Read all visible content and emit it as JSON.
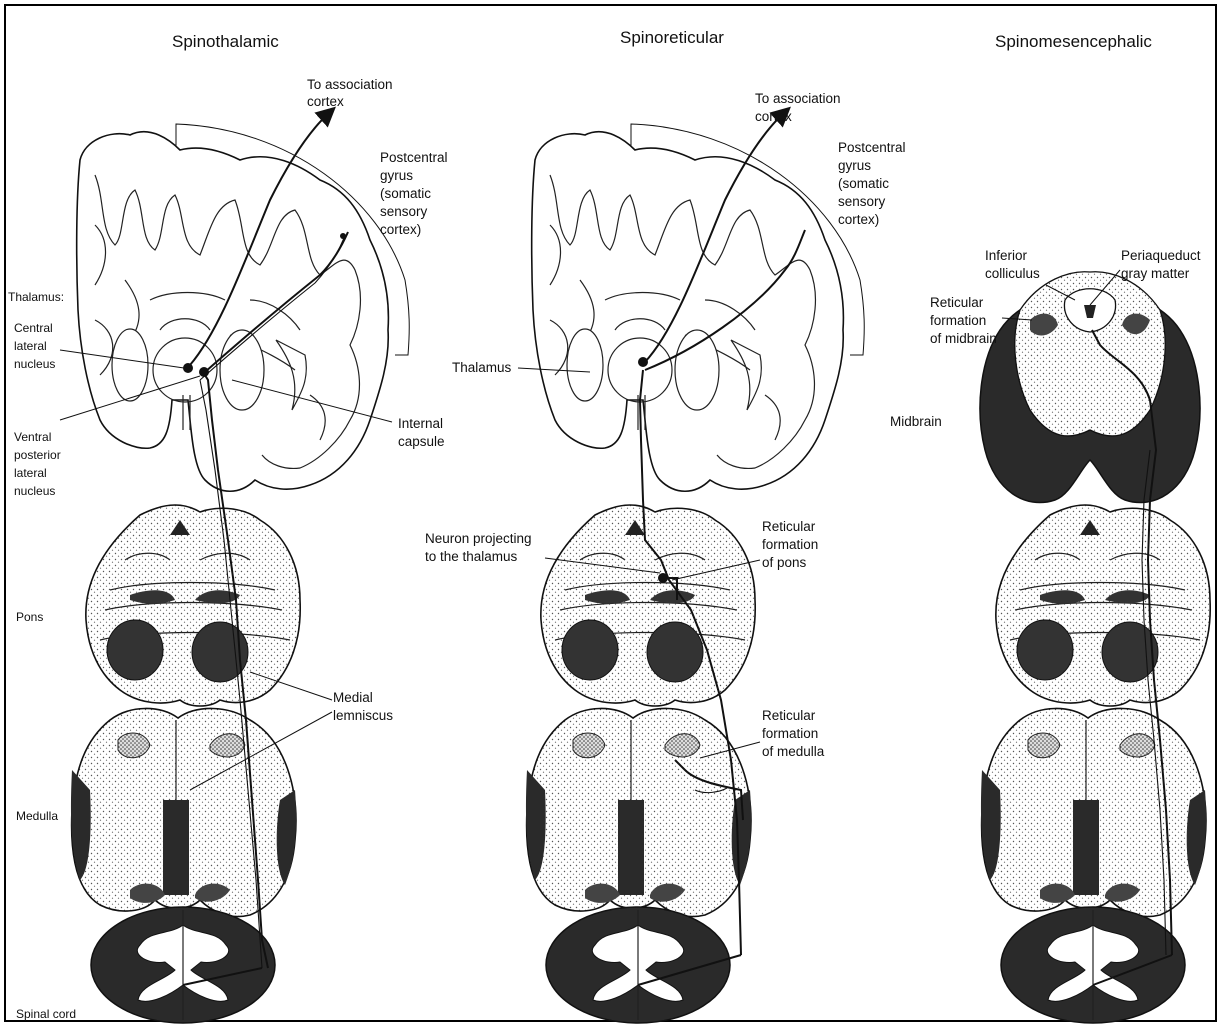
{
  "columns": [
    {
      "title": "Spinothalamic",
      "labels": {
        "to_association": [
          "To association",
          "cortex"
        ],
        "postcentral": [
          "Postcentral",
          "gyrus",
          "(somatic",
          "sensory",
          "cortex)"
        ],
        "thalamus": "Thalamus:",
        "central_lateral": [
          "Central",
          "lateral",
          "nucleus"
        ],
        "ventral_posterior": [
          "Ventral",
          "posterior",
          "lateral",
          "nucleus"
        ],
        "internal_capsule": [
          "Internal",
          "capsule"
        ],
        "pons": "Pons",
        "medial_lemniscus": [
          "Medial",
          "lemniscus"
        ],
        "medulla": "Medulla",
        "spinal_cord": "Spinal cord"
      }
    },
    {
      "title": "Spinoreticular",
      "labels": {
        "to_association": [
          "To association",
          "cortex"
        ],
        "postcentral": [
          "Postcentral",
          "gyrus",
          "(somatic",
          "sensory",
          "cortex)"
        ],
        "thalamus": "Thalamus",
        "neuron_projecting": [
          "Neuron projecting",
          "to the thalamus"
        ],
        "reticular_pons": [
          "Reticular",
          "formation",
          "of pons"
        ],
        "reticular_medulla": [
          "Reticular",
          "formation",
          "of medulla"
        ]
      }
    },
    {
      "title": "Spinomesencephalic",
      "labels": {
        "inferior_colliculus": [
          "Inferior",
          "colliculus"
        ],
        "periaqueduct": [
          "Periaqueduct",
          "gray matter"
        ],
        "reticular_midbrain": [
          "Reticular",
          "formation",
          "of midbrain"
        ],
        "midbrain": "Midbrain"
      }
    }
  ]
}
